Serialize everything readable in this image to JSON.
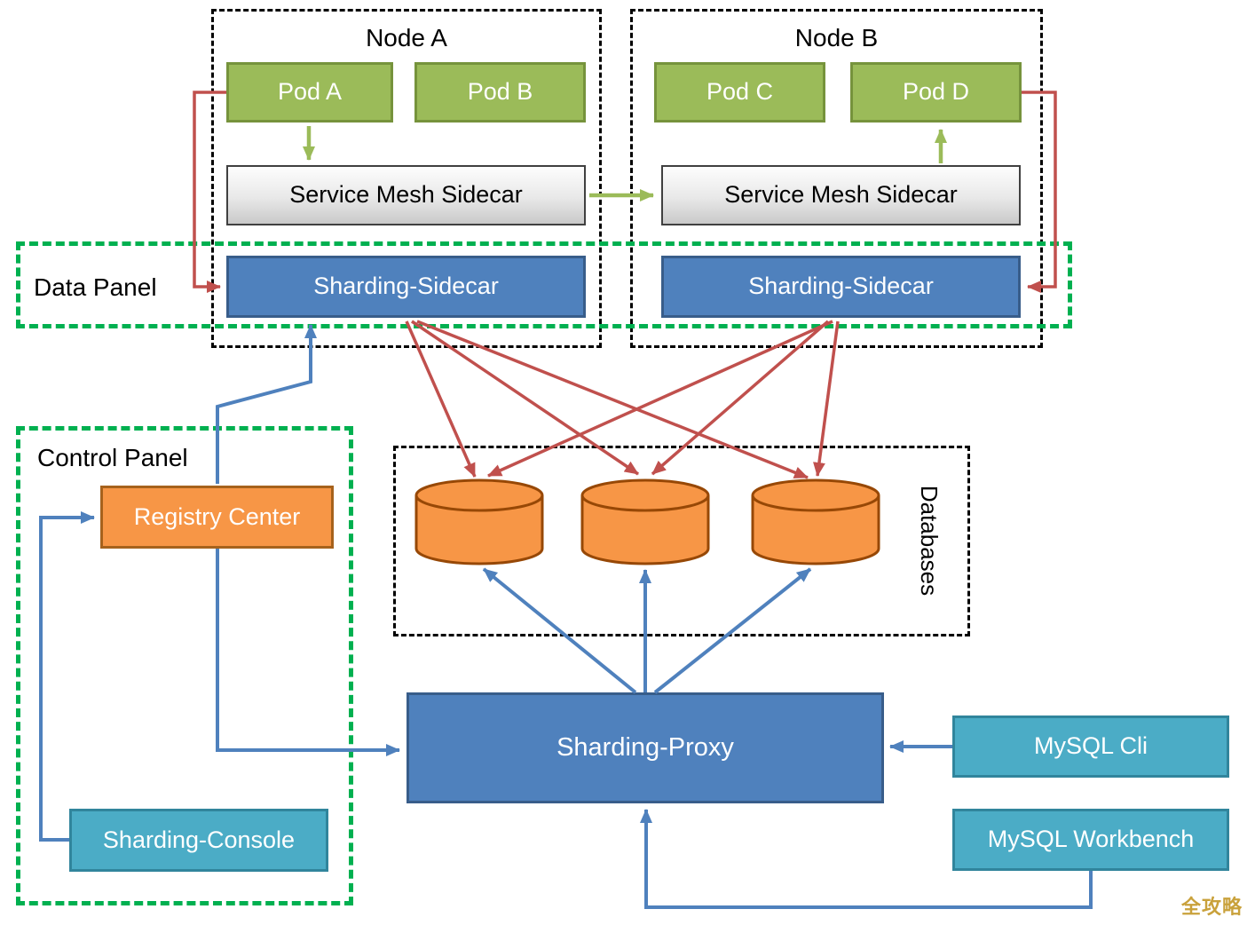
{
  "diagram": {
    "node_a": {
      "title": "Node A",
      "pods": [
        {
          "label": "Pod A"
        },
        {
          "label": "Pod B"
        }
      ],
      "service_mesh": "Service Mesh Sidecar",
      "sharding_sidecar": "Sharding-Sidecar"
    },
    "node_b": {
      "title": "Node B",
      "pods": [
        {
          "label": "Pod C"
        },
        {
          "label": "Pod D"
        }
      ],
      "service_mesh": "Service Mesh Sidecar",
      "sharding_sidecar": "Sharding-Sidecar"
    },
    "data_panel": {
      "label": "Data Panel"
    },
    "control_panel": {
      "label": "Control Panel",
      "registry_center": "Registry Center",
      "sharding_console": "Sharding-Console"
    },
    "databases": {
      "label": "Databases",
      "cylinder_count": 3
    },
    "sharding_proxy": {
      "label": "Sharding-Proxy"
    },
    "clients": {
      "mysql_cli": "MySQL Cli",
      "mysql_workbench": "MySQL Workbench"
    },
    "watermark": "全攻略",
    "colors": {
      "pod_green": "#9BBB59",
      "pod_green_border": "#76933C",
      "sidecar_blue": "#4F81BD",
      "sidecar_blue_border": "#385D8A",
      "client_teal": "#4BACC6",
      "client_teal_border": "#31859C",
      "database_orange": "#F79646",
      "database_orange_border": "#974806",
      "panel_dash_green": "#00B050",
      "node_dash_black": "#000000",
      "arrow_red": "#C0504D",
      "arrow_blue": "#4F81BD",
      "arrow_green": "#9BBB59",
      "watermark_gold": "#C9A13B"
    }
  }
}
